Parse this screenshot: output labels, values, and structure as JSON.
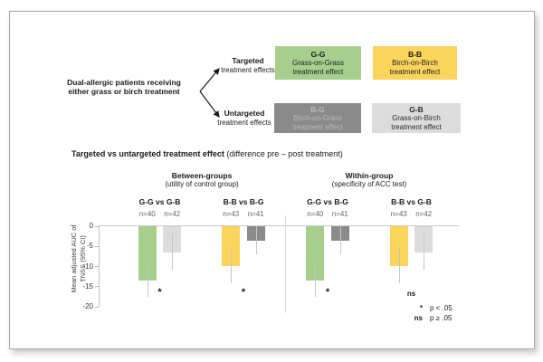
{
  "flow": {
    "root_line1": "Dual-allergic patients receiving",
    "root_line2": "either grass or birch treatment",
    "branches": [
      {
        "title": "Targeted",
        "subtitle": "treatment effects"
      },
      {
        "title": "Untargeted",
        "subtitle": "treatment effects"
      }
    ],
    "boxes": [
      {
        "code": "G-G",
        "line1": "Grass-on-Grass",
        "line2": "treatment effect",
        "bg": "#A6CE8C",
        "fg": "#1f1f1f"
      },
      {
        "code": "B-B",
        "line1": "Birch-on-Birch",
        "line2": "treatment effect",
        "bg": "#FBD45C",
        "fg": "#1f1f1f"
      },
      {
        "code": "B-G",
        "line1": "Birch-on-Grass",
        "line2": "treatment effect",
        "bg": "#8A8A8A",
        "fg": "#B9B9B9"
      },
      {
        "code": "G-B",
        "line1": "Grass-on-Birch",
        "line2": "treatment effect",
        "bg": "#DCDCDC",
        "fg": "#2b2b2b"
      }
    ]
  },
  "chart_data": {
    "type": "bar",
    "title_bold": "Targeted vs untargeted treatment effect",
    "title_rest": " (difference pre – post treatment)",
    "ylabel_line1": "Mean adjusted AUC of",
    "ylabel_line2": "TNSS (95% CI)",
    "ylabel": "Mean adjusted AUC of TNSS (95% CI)",
    "ylim": [
      -20,
      0
    ],
    "yticks": [
      0,
      -5,
      -10,
      -15,
      -20
    ],
    "panels": [
      {
        "header": "Between-groups",
        "subheader": "(utility of control group)",
        "groups": [
          {
            "label": "G-G vs G-B",
            "significance": "*",
            "bars": [
              {
                "code": "G-G",
                "n": "n=40",
                "value": -13.5,
                "ci": [
                  -9.5,
                  -17.5
                ],
                "color": "#A6CE8C"
              },
              {
                "code": "G-B",
                "n": "n=42",
                "value": -6.4,
                "ci": [
                  -1.9,
                  -10.8
                ],
                "color": "#DCDCDC"
              }
            ]
          },
          {
            "label": "B-B vs B-G",
            "significance": "*",
            "bars": [
              {
                "code": "B-B",
                "n": "n=43",
                "value": -9.8,
                "ci": [
                  -5.5,
                  -14.2
                ],
                "color": "#FBD45C"
              },
              {
                "code": "B-G",
                "n": "n=41",
                "value": -3.5,
                "ci": [
                  -0.2,
                  -7.0
                ],
                "color": "#8A8A8A"
              }
            ]
          }
        ]
      },
      {
        "header": "Within-group",
        "subheader": "(specificity of ACC test)",
        "groups": [
          {
            "label": "G-G vs B-G",
            "significance": "*",
            "bars": [
              {
                "code": "G-G",
                "n": "n=40",
                "value": -13.5,
                "ci": [
                  -9.5,
                  -17.5
                ],
                "color": "#A6CE8C"
              },
              {
                "code": "B-G",
                "n": "n=41",
                "value": -3.5,
                "ci": [
                  -0.2,
                  -7.0
                ],
                "color": "#8A8A8A"
              }
            ]
          },
          {
            "label": "B-B vs G-B",
            "significance": "ns",
            "bars": [
              {
                "code": "B-B",
                "n": "n=43",
                "value": -9.8,
                "ci": [
                  -5.5,
                  -14.2
                ],
                "color": "#FBD45C"
              },
              {
                "code": "G-B",
                "n": "n=42",
                "value": -6.4,
                "ci": [
                  -1.9,
                  -10.8
                ],
                "color": "#DCDCDC"
              }
            ]
          }
        ]
      }
    ],
    "legend": [
      {
        "symbol": "*",
        "text": "p < .05"
      },
      {
        "symbol": "ns",
        "text": "p ≥ .05"
      }
    ]
  }
}
